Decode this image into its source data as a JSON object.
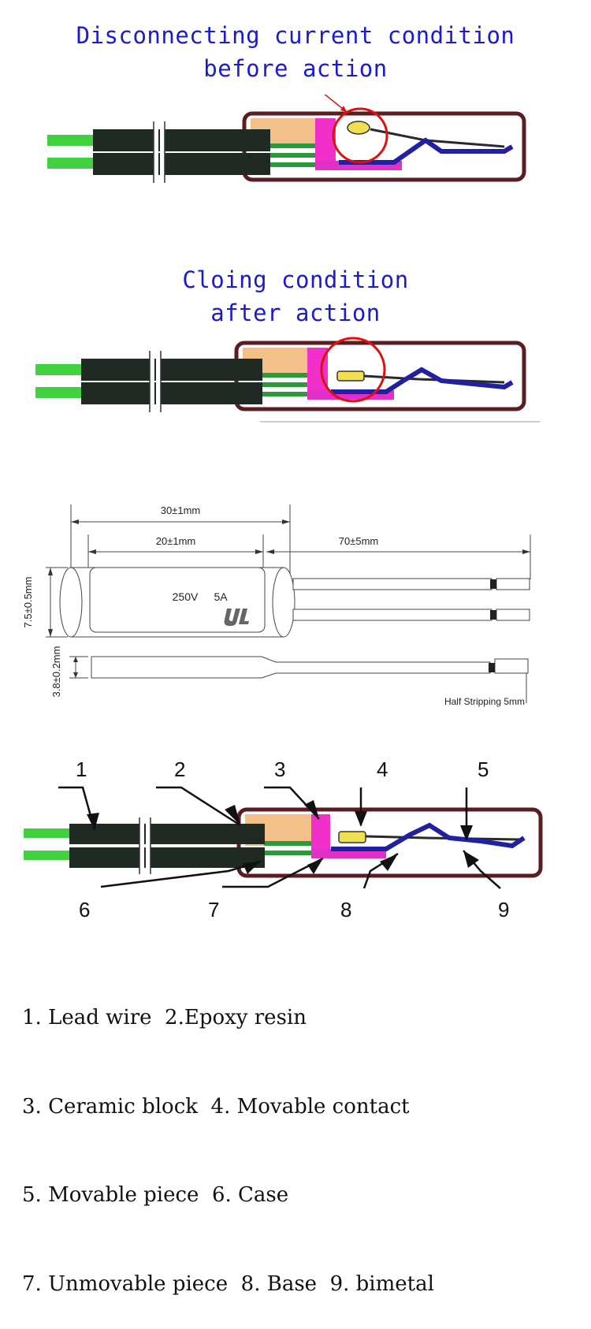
{
  "section1": {
    "title_line1": "Disconnecting current condition",
    "title_line2": "before action"
  },
  "section2": {
    "title_line1": "Cloing condition",
    "title_line2": "after action"
  },
  "dimensions": {
    "overall_length": "30±1mm",
    "body_length": "20±1mm",
    "lead_length": "70±5mm",
    "diameter": "7.5±0.5mm",
    "thickness": "3.8±0.2mm",
    "rating_voltage": "250V",
    "rating_current": "5A",
    "stripping_note": "Half Stripping 5mm",
    "cert_mark": "UL"
  },
  "callout_numbers": [
    "1",
    "2",
    "3",
    "4",
    "5",
    "6",
    "7",
    "8",
    "9"
  ],
  "legend": {
    "line1": "1. Lead wire  2.Epoxy resin",
    "line2": "3. Ceramic block  4. Movable contact",
    "line3": "5. Movable piece  6. Case",
    "line4": "7. Unmovable piece  8. Base  9. bimetal"
  },
  "colors": {
    "title_blue": "#1a1ad0",
    "case_outline": "#5a1e22",
    "epoxy": "#f4c08a",
    "ceramic": "#f030c8",
    "contact": "#f0e050",
    "bimetal": "#2020a0",
    "wire_green": "#40d040",
    "wire_black": "#1e2a22",
    "highlight_red": "#e01010"
  }
}
